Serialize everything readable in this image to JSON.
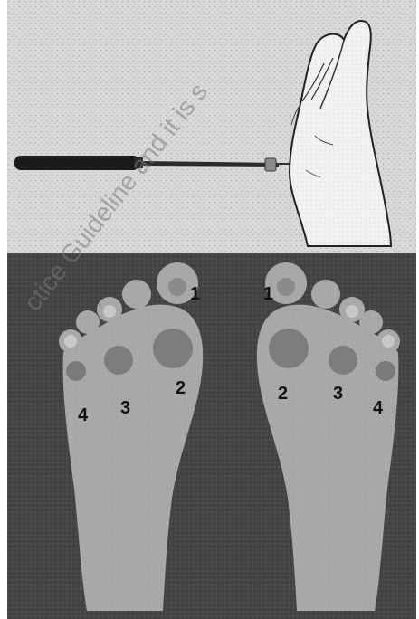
{
  "figure": {
    "watermark": "ctice Guideline and it is s",
    "colors": {
      "top_background": "#d9d9d9",
      "bottom_background": "#444444",
      "foot": "#a9a9a9",
      "test_site_large": "#7d7d7d",
      "test_site_small": "#8a8a8a",
      "monofilament_handle": "#1a1a1a"
    },
    "icons": {
      "top": "hand-holding-monofilament-icon",
      "feet": "foot-sole-icon"
    },
    "left_foot_labels": {
      "site1": "1",
      "site2": "2",
      "site3": "3",
      "site4": "4"
    },
    "right_foot_labels": {
      "site1": "1",
      "site2": "2",
      "site3": "3",
      "site4": "4"
    }
  }
}
